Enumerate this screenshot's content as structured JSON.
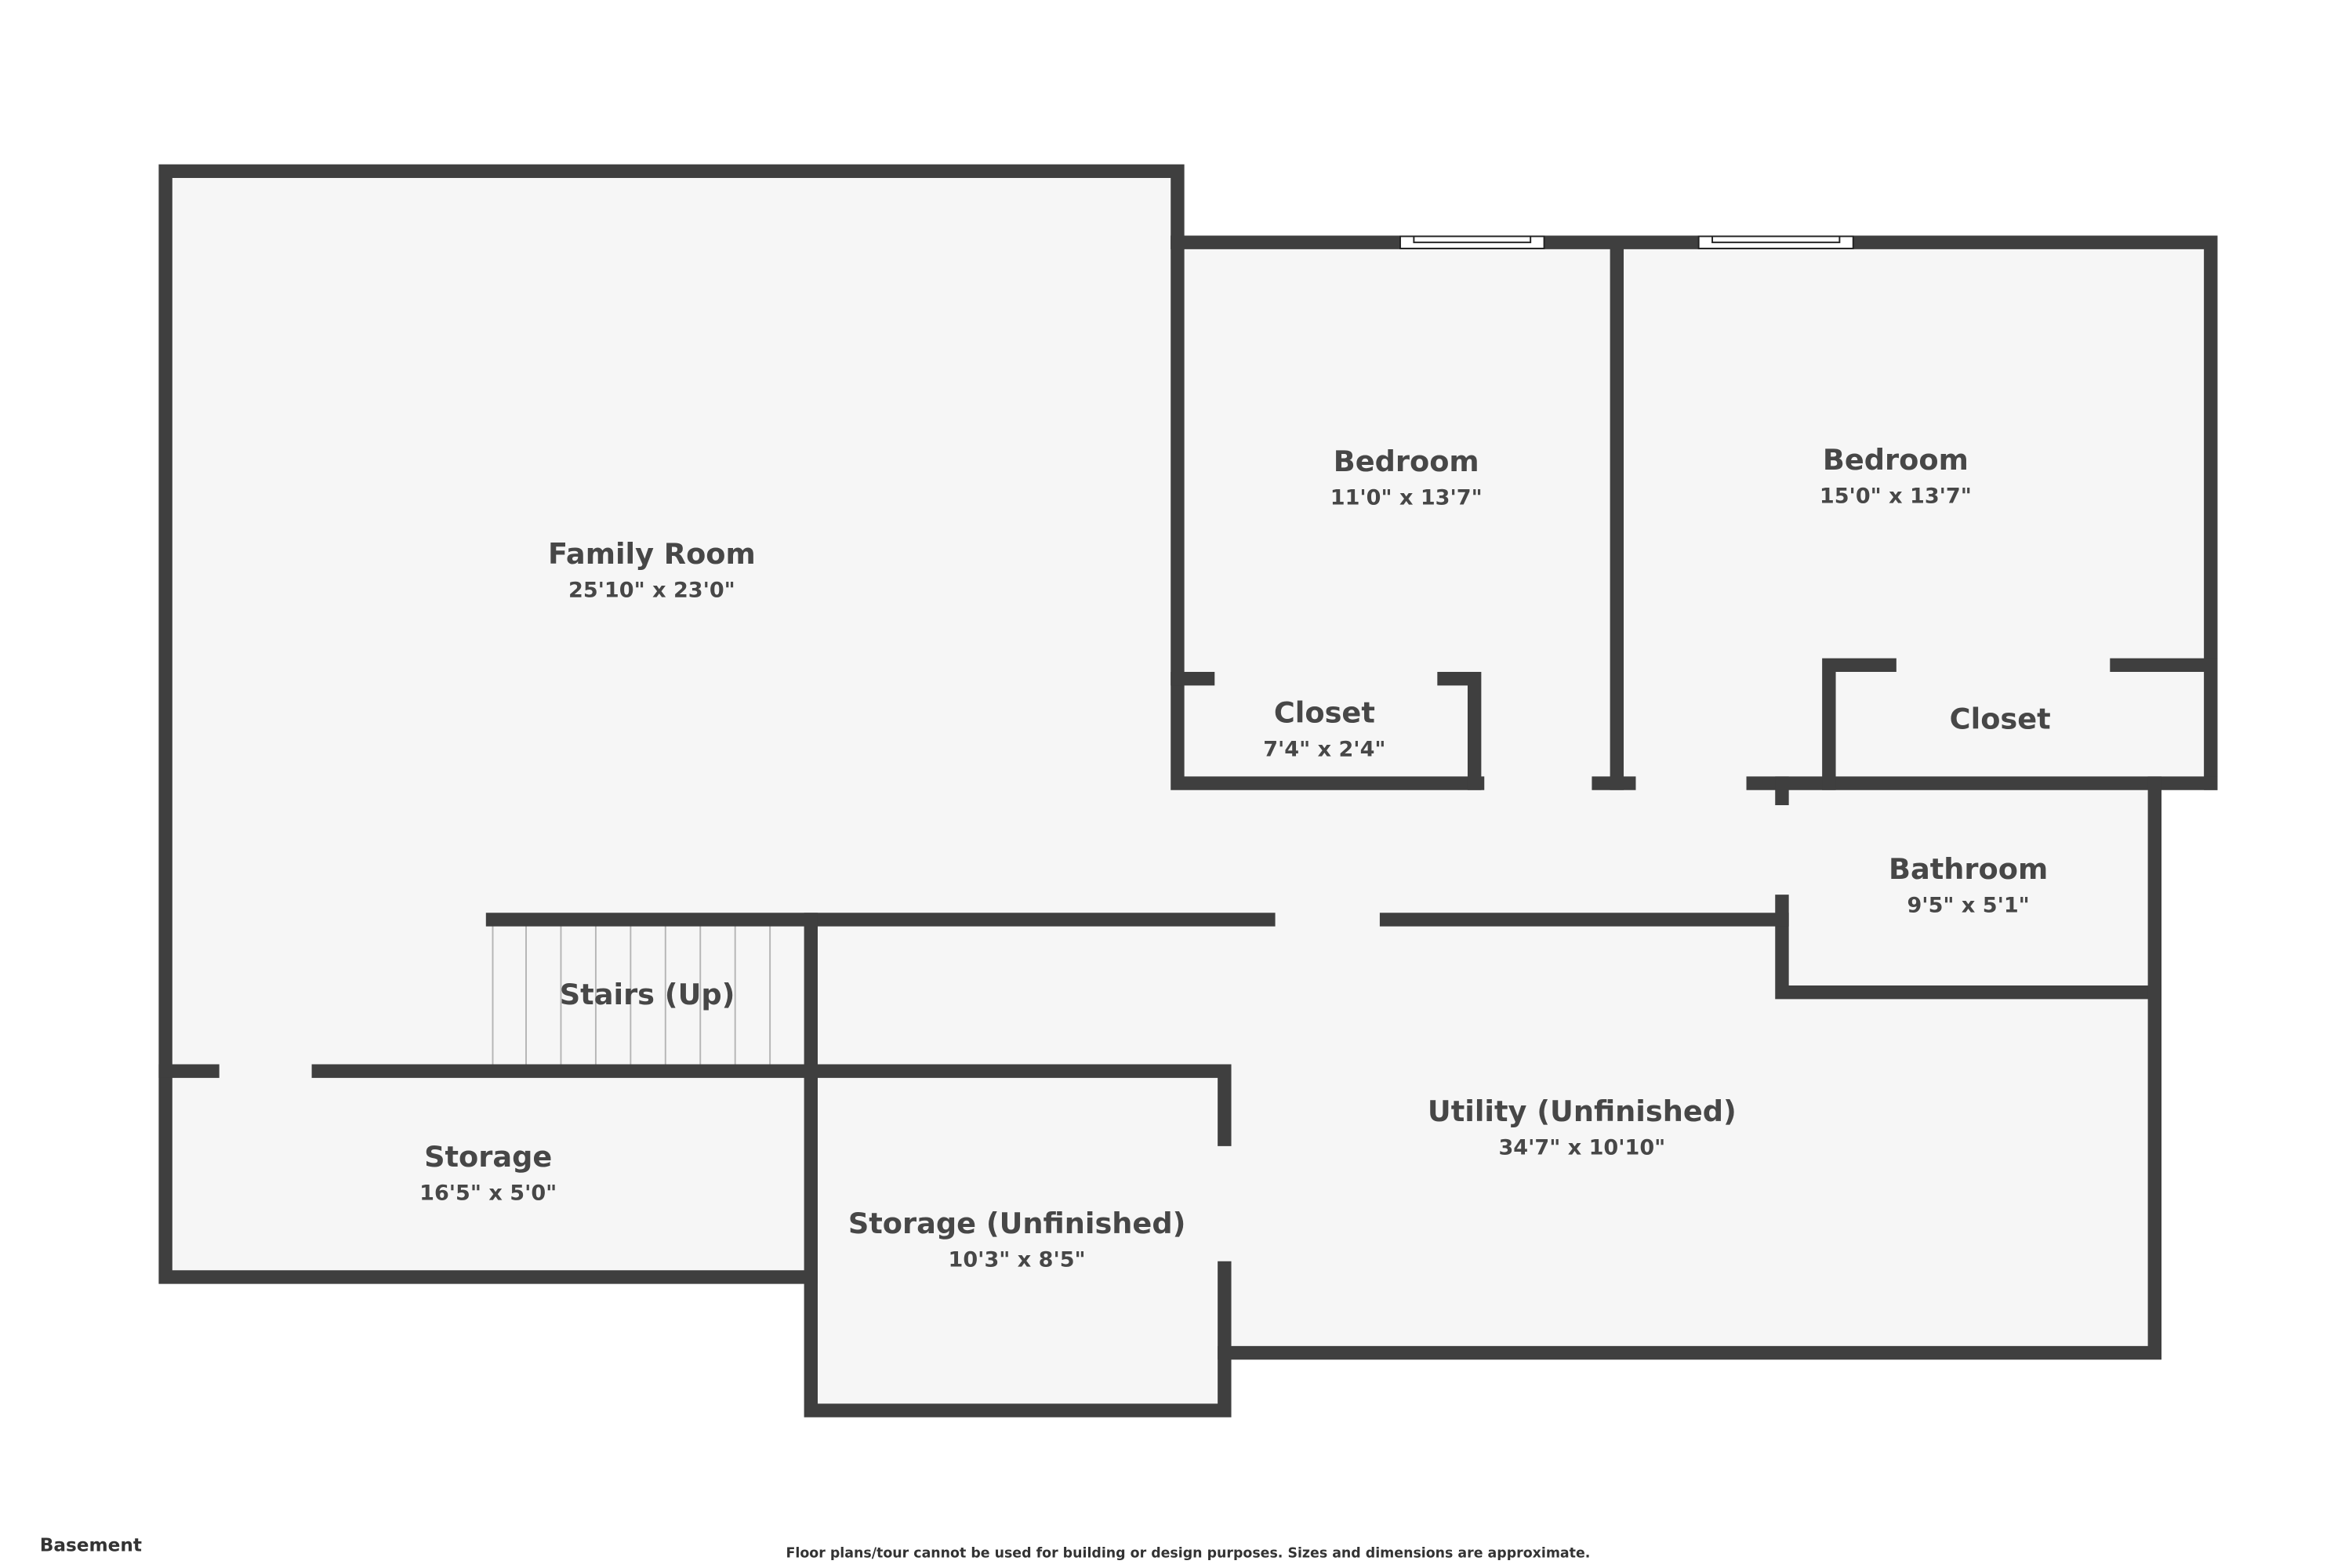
{
  "floor_label": "Basement",
  "disclaimer": "Floor plans/tour cannot be used for building or design purposes. Sizes and dimensions are approximate.",
  "colors": {
    "wall": "#3f3f3f",
    "floor": "#f6f6f6",
    "text": "#474747"
  },
  "rooms": [
    {
      "name": "Family Room",
      "dims": "25'10\" x 23'0\""
    },
    {
      "name": "Bedroom",
      "dims": "11'0\" x 13'7\""
    },
    {
      "name": "Bedroom",
      "dims": "15'0\" x 13'7\""
    },
    {
      "name": "Closet",
      "dims": "7'4\" x 2'4\""
    },
    {
      "name": "Closet",
      "dims": ""
    },
    {
      "name": "Bathroom",
      "dims": "9'5\" x 5'1\""
    },
    {
      "name": "Stairs (Up)",
      "dims": ""
    },
    {
      "name": "Utility (Unfinished)",
      "dims": "34'7\" x 10'10\""
    },
    {
      "name": "Storage",
      "dims": "16'5\" x 5'0\""
    },
    {
      "name": "Storage (Unfinished)",
      "dims": "10'3\" x 8'5\""
    }
  ]
}
